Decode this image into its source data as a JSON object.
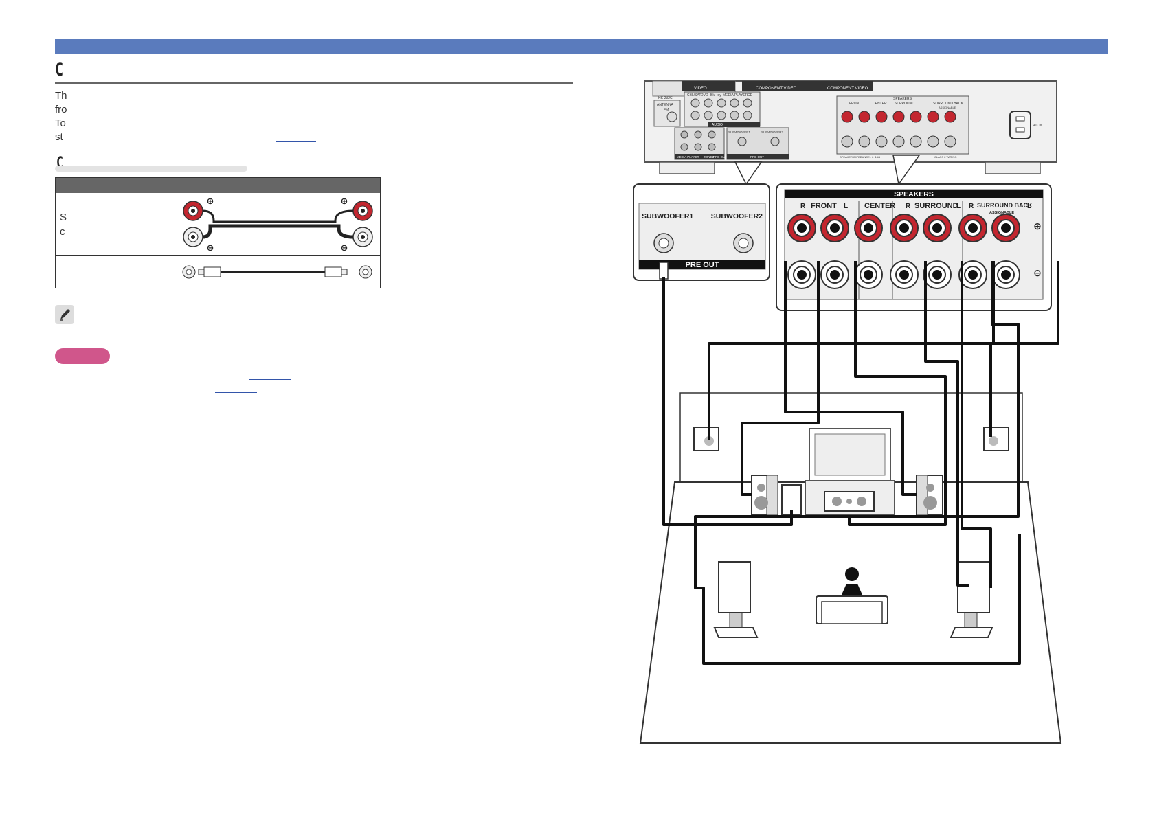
{
  "section": {
    "title_fragment": "C",
    "body_lines": [
      "Th",
      "fro",
      "To",
      "st"
    ]
  },
  "subsection": {
    "title_fragment": "C"
  },
  "cable_table": {
    "row1_lines": [
      "S",
      "c"
    ],
    "speaker_terminal_plus_symbol": "⊕",
    "speaker_terminal_minus_symbol": "⊖"
  },
  "icons": {
    "note": "pencil-icon",
    "caution": "caution-badge"
  },
  "diagram": {
    "speakers_title": "SPEAKERS",
    "front_label": "FRONT",
    "center_label": "CENTER",
    "surround_label": "SURROUND",
    "surround_back_label": "SURROUND BACK",
    "assignable_label": "ASSIGNABLE",
    "channel_r": "R",
    "channel_l": "L",
    "subwoofer1_label": "SUBWOOFER1",
    "subwoofer2_label": "SUBWOOFER2",
    "pre_out_label": "PRE OUT",
    "ac_in_label": "AC IN",
    "back_panel_small_labels": [
      "VIDEO",
      "COMPONENT VIDEO",
      "COMPONENT VIDEO",
      "HS-232C",
      "ANTENNA",
      "FM",
      "CBL/SAT",
      "DVD",
      "Blu-ray",
      "MEDIA PLAYER",
      "CD",
      "AUDIO",
      "MEDIA PLAYER",
      "ZONE2",
      "PRE OUT",
      "SUBWOOFER1",
      "SUBWOOFER2",
      "PRE OUT",
      "SPEAKERS",
      "FRONT",
      "CENTER",
      "SURROUND",
      "SURROUND BACK",
      "ASSIGNABLE",
      "SPEAKER IMPEDANCE : 6~16Ω",
      "CLASS 2 WIRING"
    ]
  },
  "colors": {
    "header_bar": "#5a7bbd",
    "terminal_red": "#c3262f",
    "caution_badge": "#d0568b"
  }
}
